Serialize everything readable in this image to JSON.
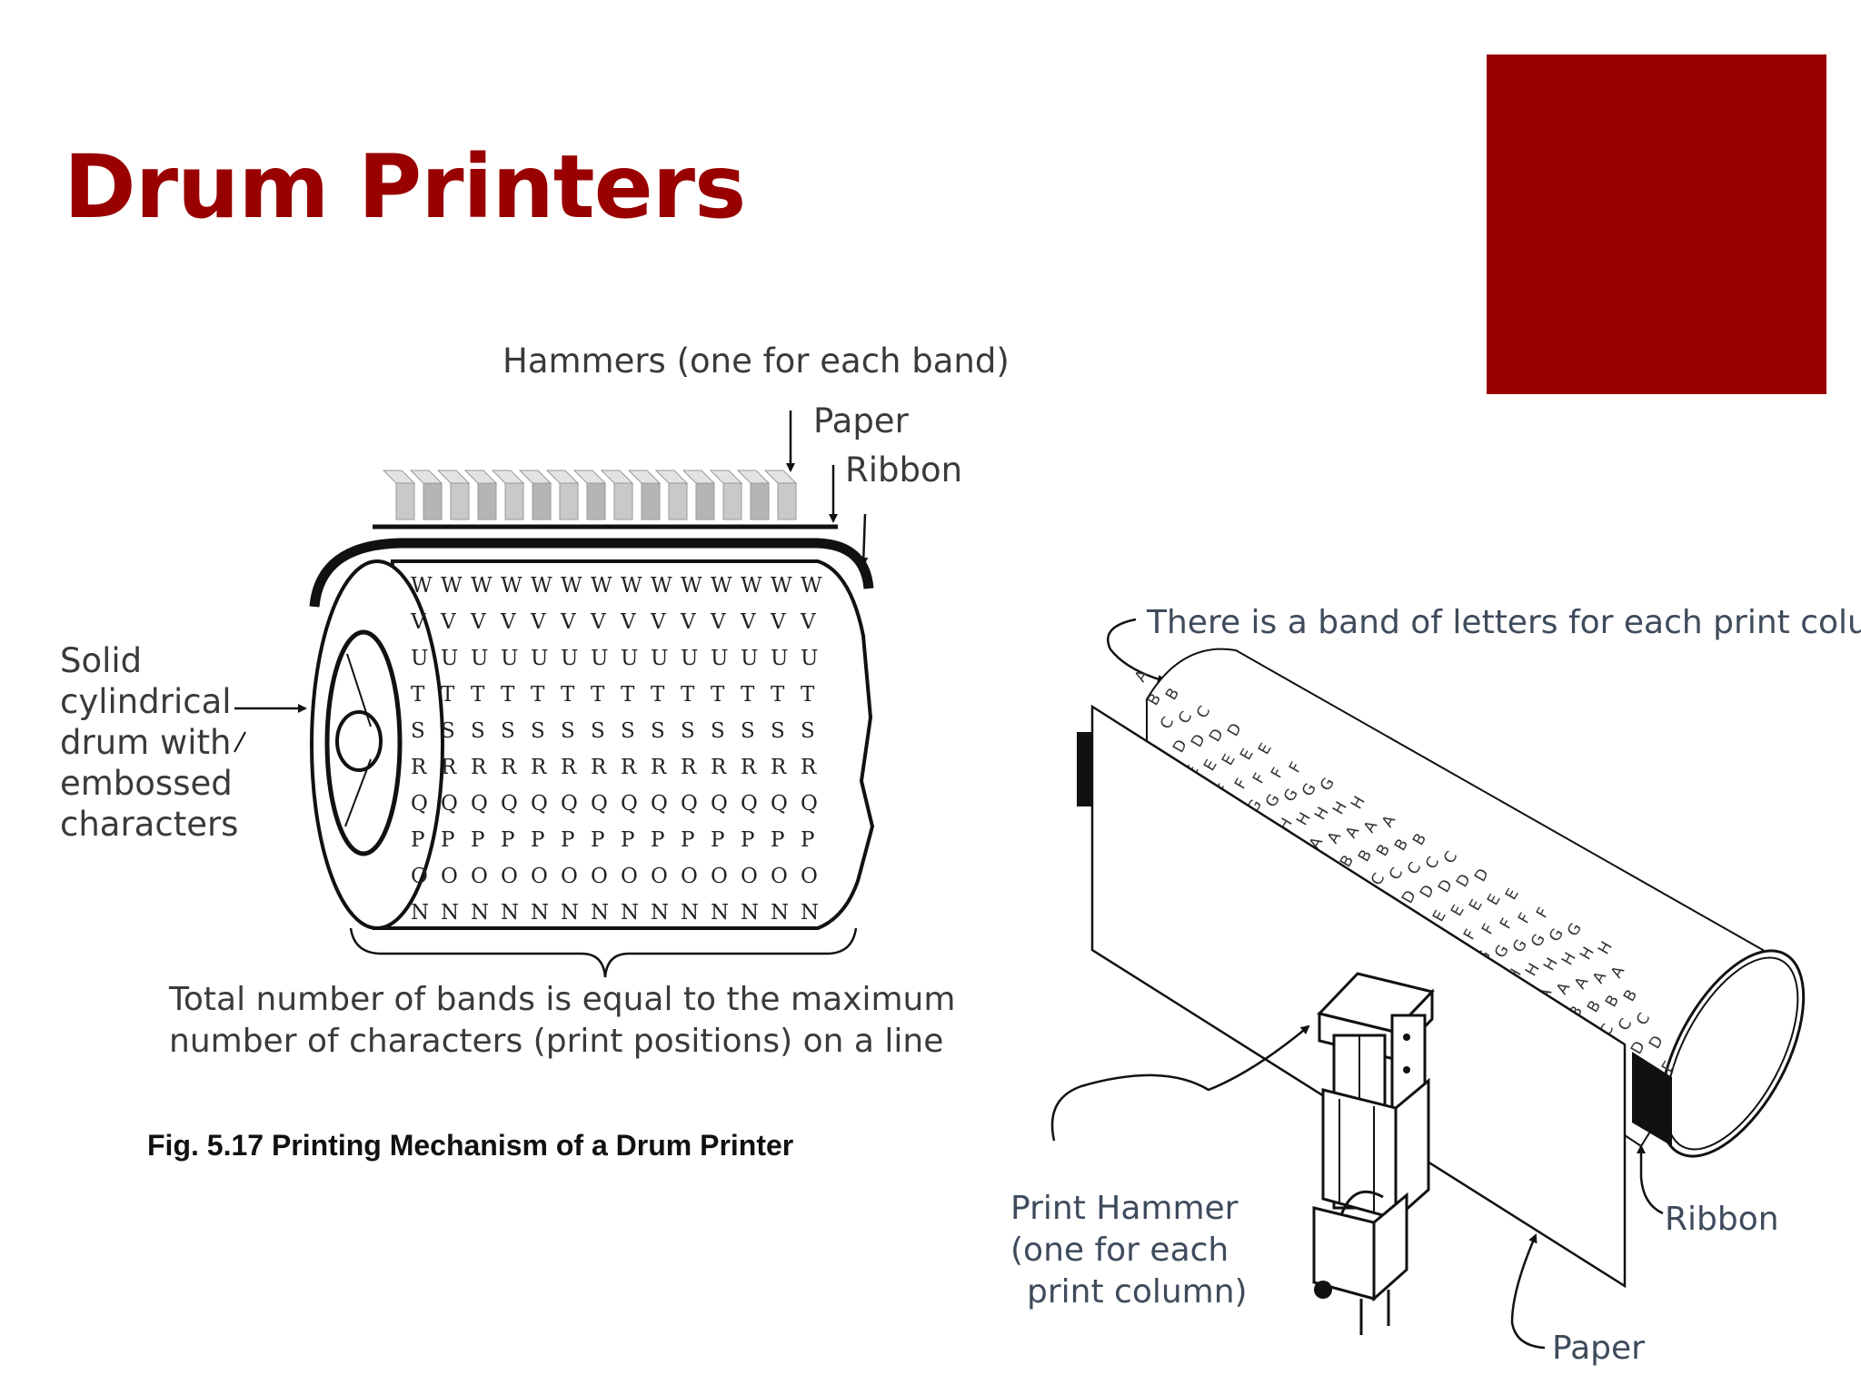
{
  "slide": {
    "title": "Drum Printers",
    "accent_color": "#990000"
  },
  "left_figure": {
    "hammers_label": "Hammers (one  for each band)",
    "paper_label": "Paper",
    "ribbon_label": "Ribbon",
    "drum_label_lines": [
      "Solid",
      "cylindrical",
      "drum with",
      "embossed",
      "characters"
    ],
    "bands_note_lines": [
      "Total number of bands is equal to the maximum",
      "number of characters (print  positions) on a line"
    ],
    "caption": "Fig. 5.17 Printing Mechanism of a Drum Printer",
    "drum_rows": [
      "W",
      "V",
      "U",
      "T",
      "S",
      "R",
      "Q",
      "P",
      "O",
      "N"
    ]
  },
  "right_figure": {
    "band_label": "There is a band of letters for each print column",
    "hammer_label_lines": [
      "Print Hammer",
      "(one for each",
      "print column)"
    ],
    "ribbon_label": "Ribbon",
    "paper_label": "Paper"
  }
}
